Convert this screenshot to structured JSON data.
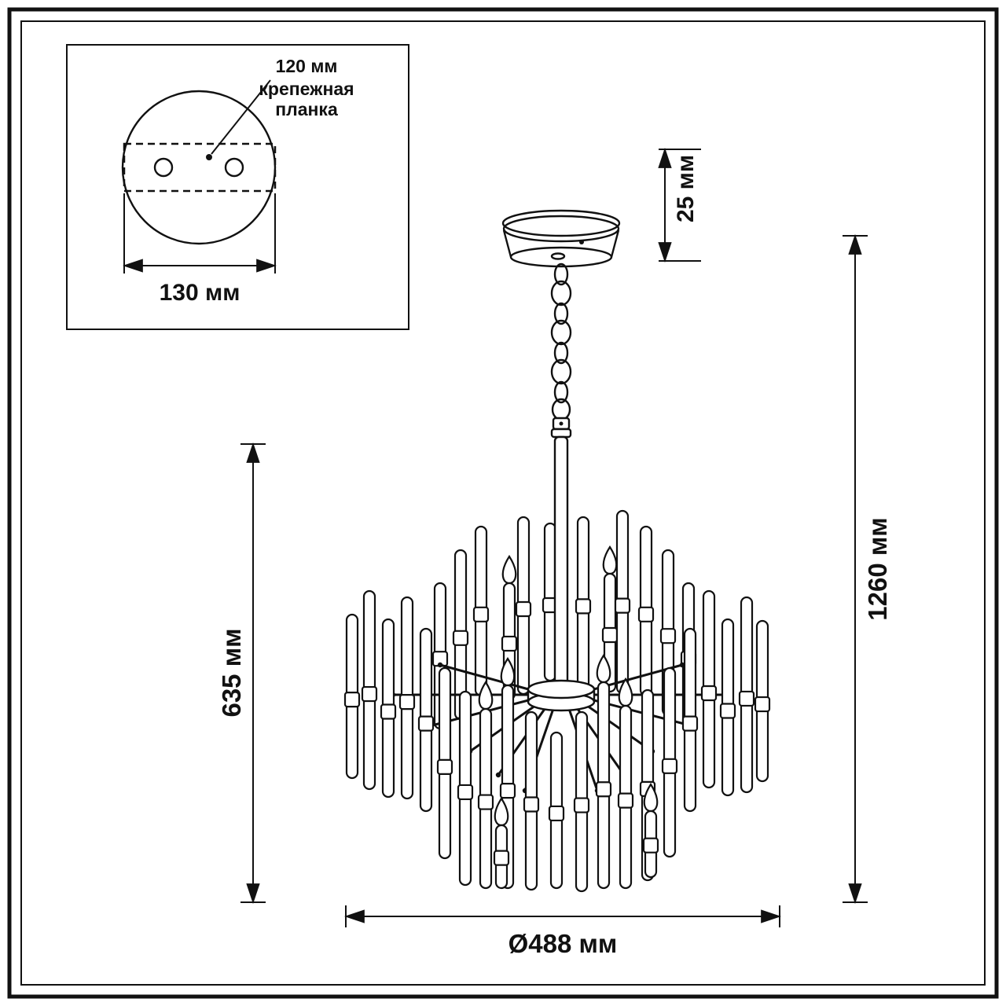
{
  "page": {
    "background": "#ffffff",
    "line_color": "#111111"
  },
  "inset": {
    "hole_spacing_label": "120 мм",
    "plate_label_line1": "крепежная",
    "plate_label_line2": "планка",
    "plate_width_label": "130 мм"
  },
  "dimensions": {
    "canopy_height": "25 мм",
    "total_height": "1260 мм",
    "body_height": "635 мм",
    "diameter": "Ø488 мм"
  }
}
